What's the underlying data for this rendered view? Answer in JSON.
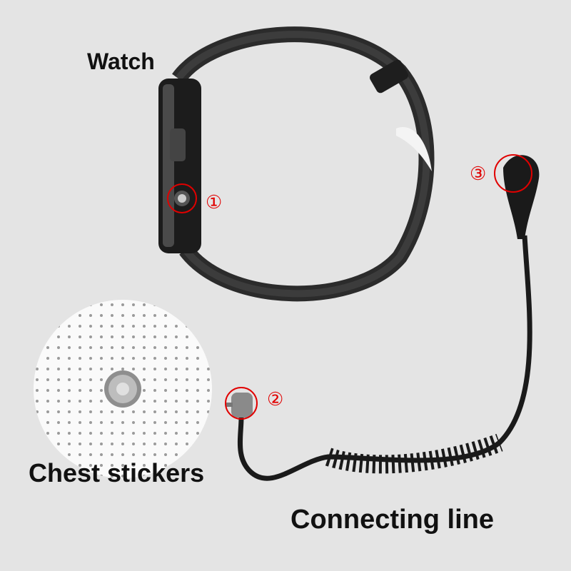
{
  "labels": {
    "watch": "Watch",
    "chest_stickers": "Chest stickers",
    "connecting_line": "Connecting line"
  },
  "markers": {
    "one": "①",
    "two": "②",
    "three": "③"
  },
  "colors": {
    "background": "#e4e4e4",
    "marker": "#e10000",
    "band": "#2b2b2b"
  }
}
